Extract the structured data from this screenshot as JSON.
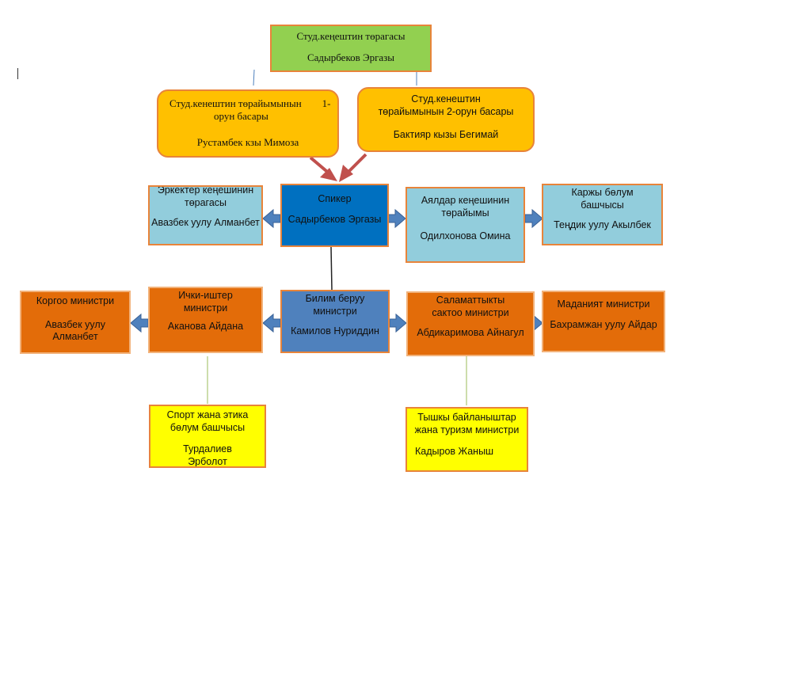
{
  "colors": {
    "green": "#92d050",
    "gold": "#ffc000",
    "light_blue": "#92cddc",
    "dark_blue": "#0070c0",
    "mid_blue": "#4f81bd",
    "orange": "#e36c09",
    "yellow": "#ffff00",
    "border": "#e8843a",
    "arrow_red": "#c0504d",
    "arrow_blue": "#4f81bd"
  },
  "nodes": {
    "chair": {
      "title": "Студ.кеңештин төрагасы",
      "name": "Садырбеков  Эргазы"
    },
    "vice1": {
      "title_line1": "Студ.кенештин төрайымынын",
      "title_suffix": "1-",
      "title_line2": "орун басары",
      "name": "Рустамбек кзы Мимоза"
    },
    "vice2": {
      "title": "Студ.кенештин төрайымынын 2-орун басары",
      "name": "Бактияр кызы Бегимай"
    },
    "speaker": {
      "title": "Спикер",
      "name": "Садырбеков Эргазы"
    },
    "men_council": {
      "title": "Эркектер кеңешинин төрагасы",
      "name": "Авазбек уулу Алманбет"
    },
    "women_council": {
      "title": "Аялдар кеңешинин төрайымы",
      "name": "Одилхонова Омина"
    },
    "finance": {
      "title": "Каржы бөлум башчысы",
      "name": "Теңдик уулу Акылбек"
    },
    "education": {
      "title": "Билим беруу министри",
      "name": "Камилов Нуриддин"
    },
    "interior": {
      "title": "Ички-иштер министри",
      "name": "Аканова  Айдана"
    },
    "defense": {
      "title": "Коргоо министри",
      "name": "Авазбек уулу Алманбет"
    },
    "health": {
      "title": "Саламаттыкты сактоо министри",
      "name": "Абдикаримова Айнагул"
    },
    "culture": {
      "title": "Маданият министри",
      "name": "Бахрамжан уулу Айдар"
    },
    "sport": {
      "title": "Спорт жана этика бөлум башчысы",
      "name": "Турдалиев Эрболот"
    },
    "foreign": {
      "title": "Тышкы байланыштар жана туризм министри",
      "name": "Кадыров Жаныш"
    }
  }
}
